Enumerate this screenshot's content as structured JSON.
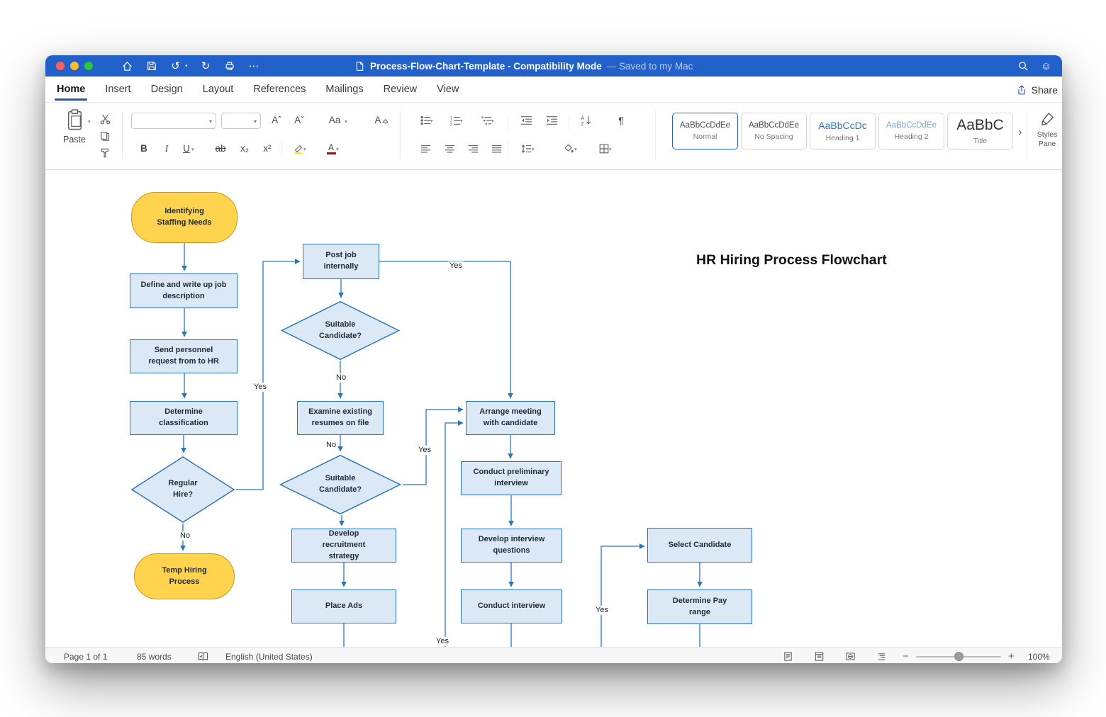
{
  "titlebar": {
    "title": "Process-Flow-Chart-Template - Compatibility Mode",
    "saved_status": "— Saved to my Mac"
  },
  "icons": {
    "chevron": "▾",
    "chevron_right": "›",
    "undo": "↺",
    "redo": "↻",
    "more": "⋯",
    "smiley": "☺",
    "minus": "−",
    "plus": "+",
    "pilcrow": "¶"
  },
  "ribbon": {
    "tabs": [
      "Home",
      "Insert",
      "Design",
      "Layout",
      "References",
      "Mailings",
      "Review",
      "View"
    ],
    "active_tab": "Home",
    "share_label": "Share",
    "clipboard": {
      "paste_label": "Paste"
    },
    "font": {
      "name_value": "",
      "size_value": "",
      "bold": "B",
      "italic": "I",
      "underline": "U",
      "strikethrough": "ab",
      "subscript": "x₂",
      "superscript": "x²",
      "grow": "Aˆ",
      "shrink": "Aˇ",
      "change_case": "Aa",
      "clear_format": "A"
    },
    "styles": [
      {
        "sample": "AaBbCcDdEe",
        "name": "Normal",
        "selected": true
      },
      {
        "sample": "AaBbCcDdEe",
        "name": "No Spacing",
        "selected": false
      },
      {
        "sample": "AaBbCcDc",
        "name": "Heading 1",
        "selected": false
      },
      {
        "sample": "AaBbCcDdEe",
        "name": "Heading 2",
        "selected": false
      },
      {
        "sample": "AaBbC",
        "name": "Title",
        "selected": false
      }
    ],
    "styles_pane_label": "Styles Pane"
  },
  "flowchart": {
    "title": "HR Hiring Process Flowchart",
    "nodes": {
      "identifying": "Identifying Staffing Needs",
      "define": "Define and write up job description",
      "send": "Send personnel request from to HR",
      "classification": "Determine classification",
      "regular_hire": "Regular Hire?",
      "temp": "Temp Hiring Process",
      "post_job": "Post job internally",
      "suitable1": "Suitable Candidate?",
      "examine": "Examine existing resumes on file",
      "suitable2": "Suitable Candidate?",
      "strategy": "Develop recruitment strategy",
      "place_ads": "Place Ads",
      "arrange": "Arrange meeting with candidate",
      "prelim": "Conduct preliminary interview",
      "questions": "Develop interview questions",
      "interview": "Conduct interview",
      "select": "Select Candidate",
      "pay": "Determine Pay range"
    },
    "labels": {
      "yes": "Yes",
      "no": "No"
    }
  },
  "statusbar": {
    "page": "Page 1 of 1",
    "words": "85 words",
    "language": "English (United States)",
    "zoom": "100%"
  },
  "colors": {
    "titlebar_blue": "#2161c9",
    "flow_fill": "#dbe8f6",
    "flow_border": "#2e75b6",
    "flow_yellow": "#ffd34d",
    "flow_yellow_border": "#c9971c",
    "accent": "#2b61c4",
    "traffic_red": "#ff5f57",
    "traffic_yellow": "#febc2e",
    "traffic_green": "#28c840"
  }
}
